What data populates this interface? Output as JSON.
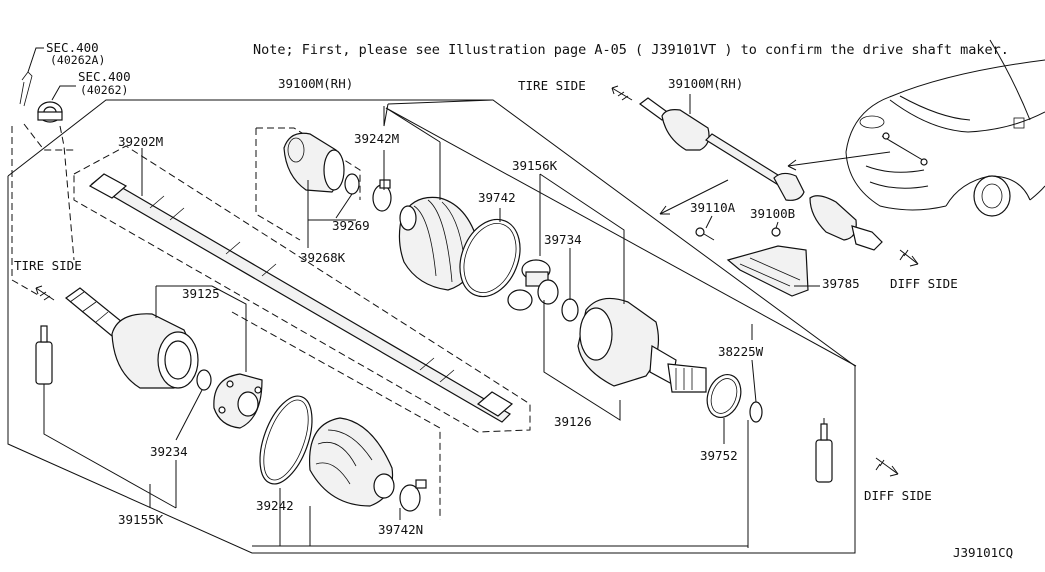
{
  "note": "Note; First, please see Illustration page A-05 ( J39101VT ) to confirm the drive shaft maker.",
  "diagram_code": "J39101CQ",
  "sections": {
    "sec_a": "SEC.400",
    "sec_a_code": "(40262A)",
    "sec_b": "SEC.400",
    "sec_b_code": "(40262)"
  },
  "direction_labels": {
    "tire_side_left": "TIRE SIDE",
    "tire_side_right": "TIRE SIDE",
    "diff_side_bottom": "DIFF SIDE",
    "diff_side_car": "DIFF SIDE"
  },
  "parts": {
    "assy_main": "39100M(RH)",
    "assy_inset": "39100M(RH)",
    "shaft": "39202M",
    "p39242M": "39242M",
    "p39269": "39269",
    "p39268K": "39268K",
    "p39742": "39742",
    "p39156K": "39156K",
    "p39734": "39734",
    "p39126": "39126",
    "p38225W": "38225W",
    "p39752": "39752",
    "p39125": "39125",
    "p39234": "39234",
    "p39155K": "39155K",
    "p39242": "39242",
    "p39742N": "39742N",
    "p39110A": "39110A",
    "p39100B": "39100B",
    "p39785": "39785"
  }
}
